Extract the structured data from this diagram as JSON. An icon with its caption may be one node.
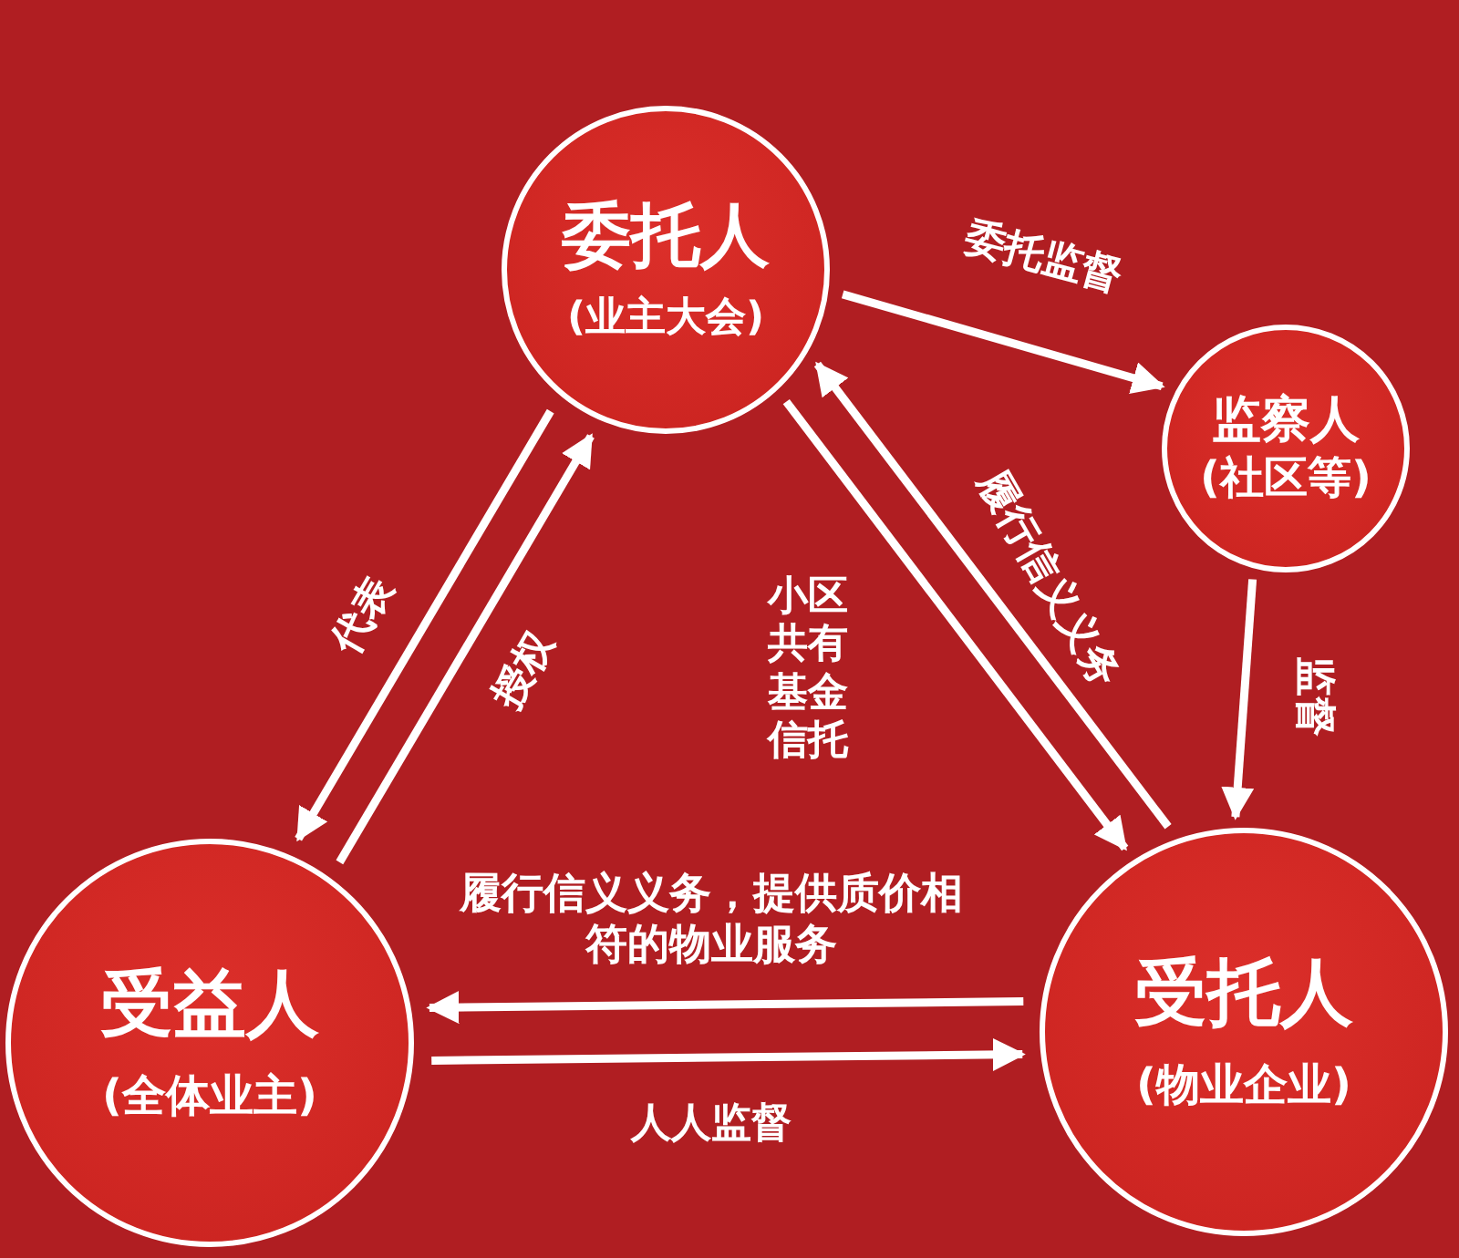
{
  "diagram": {
    "nodes": [
      {
        "text": [
          "委托人",
          "(业主大会)"
        ]
      },
      {
        "text": [
          "监察人",
          "(社区等)"
        ]
      },
      {
        "text": [
          "受益人",
          "(全体业主)"
        ]
      },
      {
        "text": [
          "受托人",
          "(物业企业)"
        ]
      }
    ],
    "edges": [
      {
        "from": 0,
        "to": 2,
        "arrow": "to",
        "label": "代表"
      },
      {
        "from": 2,
        "to": 0,
        "arrow": "to",
        "label": "授权"
      },
      {
        "from": 0,
        "to": 3,
        "arrow": "to",
        "label": "小区共有基金信托"
      },
      {
        "from": 3,
        "to": 0,
        "arrow": "to",
        "label": "履行信义义务"
      },
      {
        "from": 0,
        "to": 1,
        "arrow": "to",
        "label": "委托监督"
      },
      {
        "from": 1,
        "to": 3,
        "arrow": "to",
        "label": "监督"
      },
      {
        "from": 3,
        "to": 2,
        "arrow": "to",
        "label": "履行信义义务，提供质价相符的物业服务"
      },
      {
        "from": 2,
        "to": 3,
        "arrow": "to",
        "label": "人人监督"
      }
    ]
  }
}
